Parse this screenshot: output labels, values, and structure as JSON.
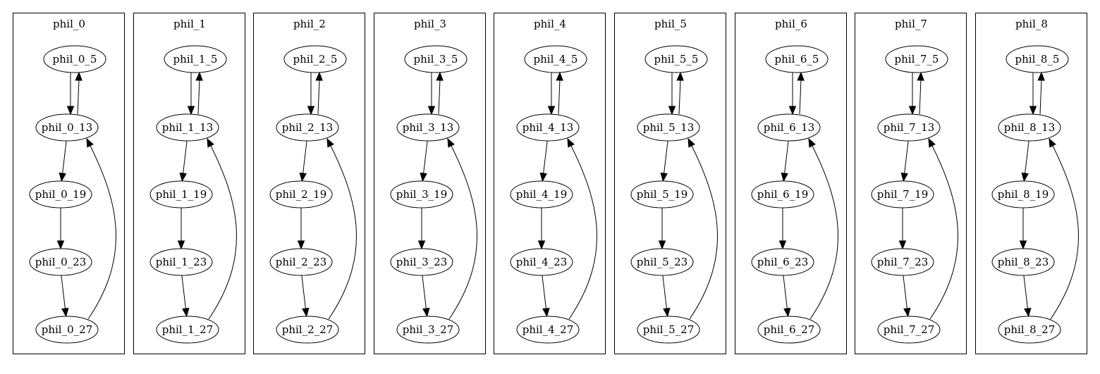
{
  "diagram": {
    "clusters": [
      {
        "label": "phil_0",
        "nodes": [
          "phil_0_5",
          "phil_0_13",
          "phil_0_19",
          "phil_0_23",
          "phil_0_27"
        ]
      },
      {
        "label": "phil_1",
        "nodes": [
          "phil_1_5",
          "phil_1_13",
          "phil_1_19",
          "phil_1_23",
          "phil_1_27"
        ]
      },
      {
        "label": "phil_2",
        "nodes": [
          "phil_2_5",
          "phil_2_13",
          "phil_2_19",
          "phil_2_23",
          "phil_2_27"
        ]
      },
      {
        "label": "phil_3",
        "nodes": [
          "phil_3_5",
          "phil_3_13",
          "phil_3_19",
          "phil_3_23",
          "phil_3_27"
        ]
      },
      {
        "label": "phil_4",
        "nodes": [
          "phil_4_5",
          "phil_4_13",
          "phil_4_19",
          "phil_4_23",
          "phil_4_27"
        ]
      },
      {
        "label": "phil_5",
        "nodes": [
          "phil_5_5",
          "phil_5_13",
          "phil_5_19",
          "phil_5_23",
          "phil_5_27"
        ]
      },
      {
        "label": "phil_6",
        "nodes": [
          "phil_6_5",
          "phil_6_13",
          "phil_6_19",
          "phil_6_23",
          "phil_6_27"
        ]
      },
      {
        "label": "phil_7",
        "nodes": [
          "phil_7_5",
          "phil_7_13",
          "phil_7_19",
          "phil_7_23",
          "phil_7_27"
        ]
      },
      {
        "label": "phil_8",
        "nodes": [
          "phil_8_5",
          "phil_8_13",
          "phil_8_19",
          "phil_8_23",
          "phil_8_27"
        ]
      }
    ],
    "edges": [
      {
        "from": 0,
        "to": 1
      },
      {
        "from": 1,
        "to": 0
      },
      {
        "from": 1,
        "to": 2
      },
      {
        "from": 2,
        "to": 3
      },
      {
        "from": 3,
        "to": 4
      },
      {
        "from": 4,
        "to": 1
      }
    ],
    "colors": {
      "stroke": "#000000",
      "fill": "#ffffff",
      "background": "#ffffff"
    }
  }
}
